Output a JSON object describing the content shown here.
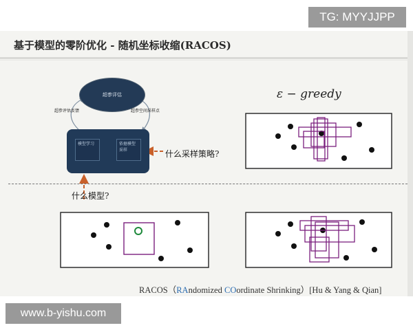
{
  "overlay": {
    "tg_label": "TG: MYYJJPP",
    "url_label": "www.b-yishu.com"
  },
  "slide": {
    "title": "基于模型的零阶优化 - 随机坐标收缩(RACOS)",
    "diagram": {
      "eval_node": "超参评估",
      "left_inner": "模型学习",
      "right_inner": "依据模型采样",
      "arrow_left_label": "超参评估反馈",
      "arrow_right_label": "超参空间采样点"
    },
    "question_strategy": "什么采样策略?",
    "question_model": "什么模型?",
    "greedy_label": "ε − greedy",
    "caption": {
      "prefix": "RACOS（",
      "r1": "RA",
      "t1": "ndomized ",
      "r2": "CO",
      "t2": "ordinate Shrinking）[Hu & Yang & Qian]"
    }
  },
  "colors": {
    "box_dark": "#213a58",
    "accent_purple": "#7b1f7e",
    "accent_green": "#1f8a3c",
    "arrow_orange": "#c8602a",
    "caption_blue": "#2c6cb0"
  }
}
